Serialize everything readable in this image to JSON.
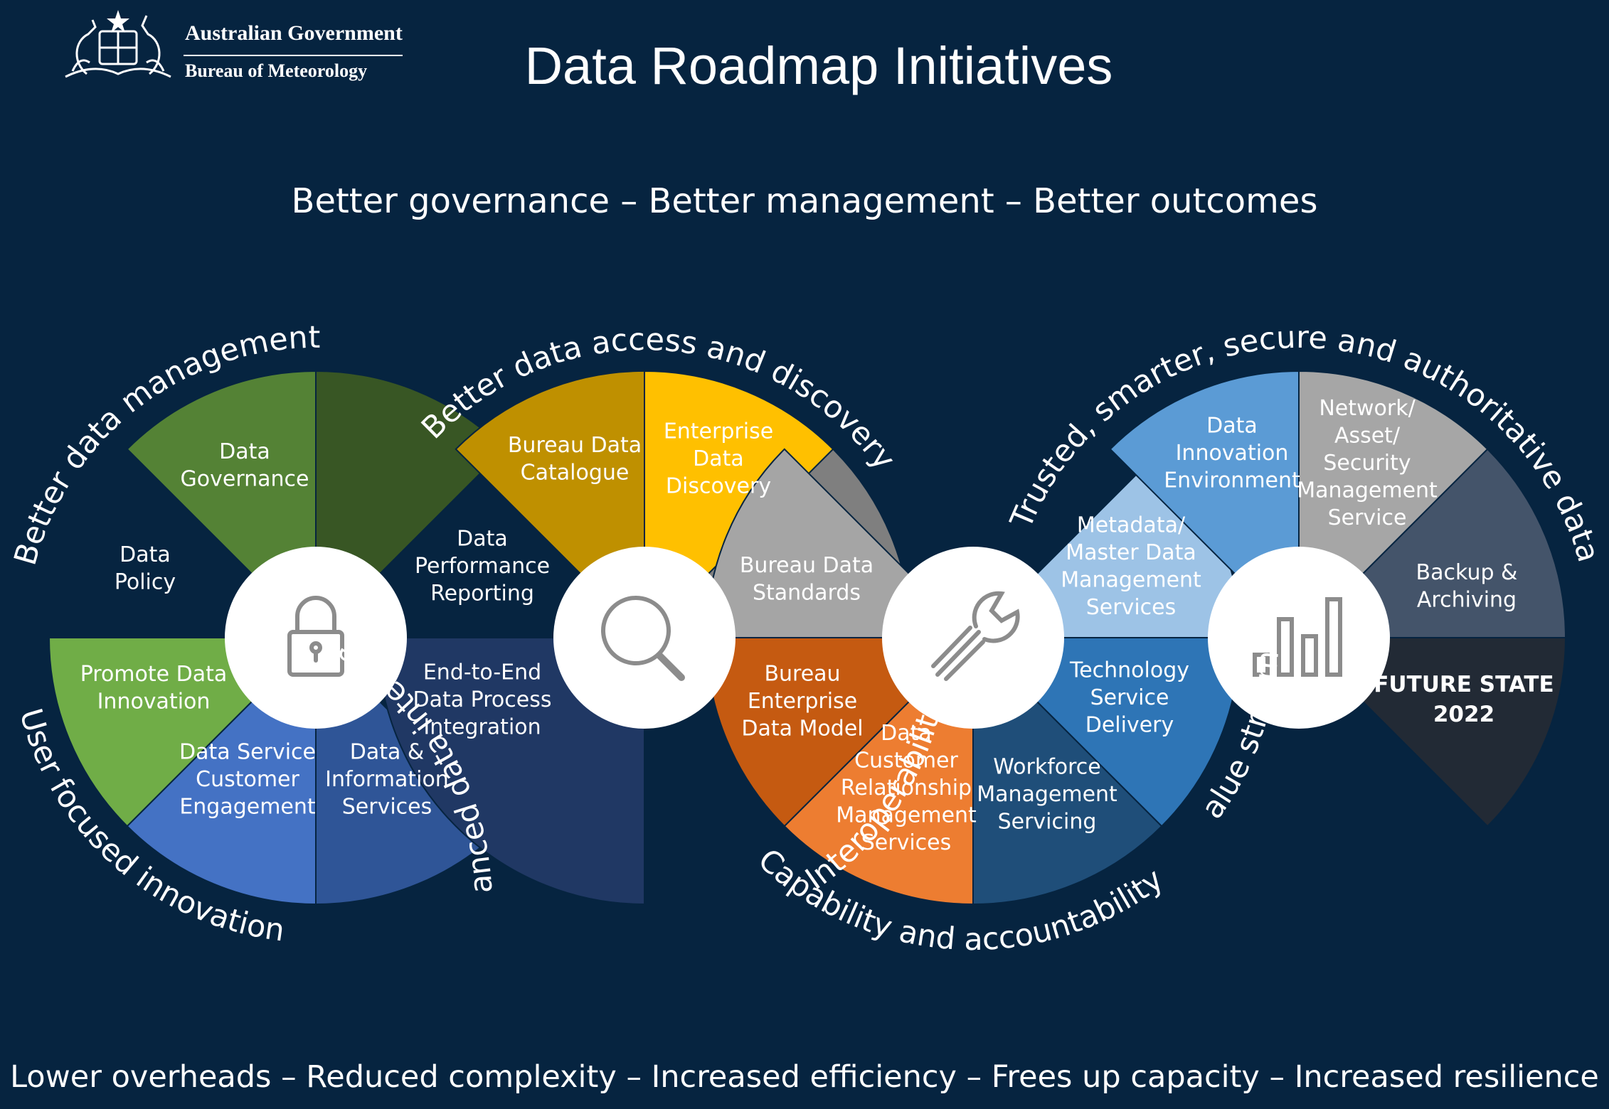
{
  "header": {
    "org_line1": "Australian Government",
    "org_line2": "Bureau of Meteorology",
    "title": "Data Roadmap Initiatives"
  },
  "tagline": "Better governance  –   Better management  –  Better outcomes",
  "footer": "Lower overheads – Reduced complexity – Increased efficiency – Frees up capacity – Increased resilience",
  "arc_labels": [
    {
      "id": "better-data-management",
      "text": "Better data management"
    },
    {
      "id": "user-focused-innovation",
      "text": "User focused innovation"
    },
    {
      "id": "better-data-access",
      "text": "Better data  access and discovery"
    },
    {
      "id": "enhanced-data-intelligence",
      "text": "Enhanced data intelligence"
    },
    {
      "id": "interoperability",
      "text": "Interoperability"
    },
    {
      "id": "capability-accountability",
      "text": "Capability and accountability"
    },
    {
      "id": "trusted-data",
      "text": "Trusted, smarter, secure and authoritative data"
    },
    {
      "id": "value-streams",
      "text": "Value streams"
    }
  ],
  "icons": [
    "lock-icon",
    "magnifier-icon",
    "wrench-icon",
    "bar-chart-icon"
  ],
  "segments": [
    {
      "id": "data-governance",
      "c": 0,
      "a0": -90,
      "a1": -45,
      "color": "#385624",
      "lines": [
        "Data",
        "Governance"
      ]
    },
    {
      "id": "data-policy",
      "c": 0,
      "a0": -135,
      "a1": -90,
      "color": "#548235",
      "lines": [
        "Data",
        "Policy"
      ]
    },
    {
      "id": "promote-data-innovation",
      "c": 0,
      "a0": 135,
      "a1": 180,
      "color": "#70AD47",
      "lines": [
        "Promote Data",
        "Innovation"
      ]
    },
    {
      "id": "data-service-customer-engagement",
      "c": 0,
      "a0": 90,
      "a1": 135,
      "color": "#4472C4",
      "lines": [
        "Data Service",
        "Customer",
        "Engagement"
      ]
    },
    {
      "id": "data-information-services",
      "c": 0,
      "a0": 45,
      "a1": 90,
      "color": "#2F5597",
      "lines": [
        "Data &",
        "Information",
        "Services"
      ]
    },
    {
      "id": "end-to-end-data-process-integration",
      "c": 1,
      "a0": 90,
      "a1": 180,
      "color": "#203864",
      "lines": [
        "End-to-End",
        "Data Process",
        "Integration"
      ]
    },
    {
      "id": "data-performance-reporting",
      "c": 1,
      "a0": -135,
      "a1": -45,
      "color": "#BF9000",
      "lines": [
        "Data",
        "Performance",
        "Reporting"
      ]
    },
    {
      "id": "bureau-data-catalogue",
      "c": 1,
      "a0": -90,
      "a1": -45,
      "color": "#FFC000",
      "lines": [
        "Bureau Data",
        "Catalogue"
      ]
    },
    {
      "id": "enterprise-data-discovery",
      "c": 1,
      "a0": -45,
      "a1": 0,
      "color": "#7F7F7F",
      "lines": [
        "Enterprise",
        "Data",
        "Discovery"
      ]
    },
    {
      "id": "bureau-data-standards",
      "c": 2,
      "a0": -180,
      "a1": -135,
      "color": "#A5A5A5",
      "lines": [
        "Bureau Data",
        "Standards"
      ]
    },
    {
      "id": "bureau-enterprise-data-model",
      "c": 2,
      "a0": 135,
      "a1": 180,
      "color": "#C55A11",
      "lines": [
        "Bureau",
        "Enterprise",
        "Data Model"
      ]
    },
    {
      "id": "data-crm-services",
      "c": 2,
      "a0": 90,
      "a1": 135,
      "color": "#ED7D31",
      "lines": [
        "Data",
        "Customer",
        "Relationship",
        "Management",
        "Services"
      ]
    },
    {
      "id": "workforce-management-servicing",
      "c": 2,
      "a0": 45,
      "a1": 90,
      "color": "#1F4E79",
      "lines": [
        "Workforce",
        "Management",
        "Servicing"
      ]
    },
    {
      "id": "technology-service-delivery",
      "c": 2,
      "a0": 0,
      "a1": 45,
      "color": "#2E75B6",
      "lines": [
        "Technology",
        "Service",
        "Delivery"
      ]
    },
    {
      "id": "metadata-master-data-management",
      "c": 2,
      "a0": -45,
      "a1": 0,
      "color": "#9DC3E6",
      "lines": [
        "Metadata/",
        "Master Data",
        "Management",
        "Services"
      ]
    },
    {
      "id": "data-innovation-environment",
      "c": 3,
      "a0": -135,
      "a1": -90,
      "color": "#5B9BD5",
      "lines": [
        "Data",
        "Innovation",
        "Environment"
      ]
    },
    {
      "id": "network-asset-security-management",
      "c": 3,
      "a0": -90,
      "a1": -45,
      "color": "#A6A6A6",
      "lines": [
        "Network/",
        "Asset/",
        "Security",
        "Management",
        "Service"
      ]
    },
    {
      "id": "backup-archiving",
      "c": 3,
      "a0": -45,
      "a1": 0,
      "color": "#44546A",
      "lines": [
        "Backup &",
        "Archiving"
      ]
    },
    {
      "id": "future-state-2022",
      "c": 3,
      "a0": 0,
      "a1": 45,
      "color": "#222A35",
      "bold": true,
      "lines": [
        "FUTURE STATE",
        "2022"
      ]
    }
  ]
}
